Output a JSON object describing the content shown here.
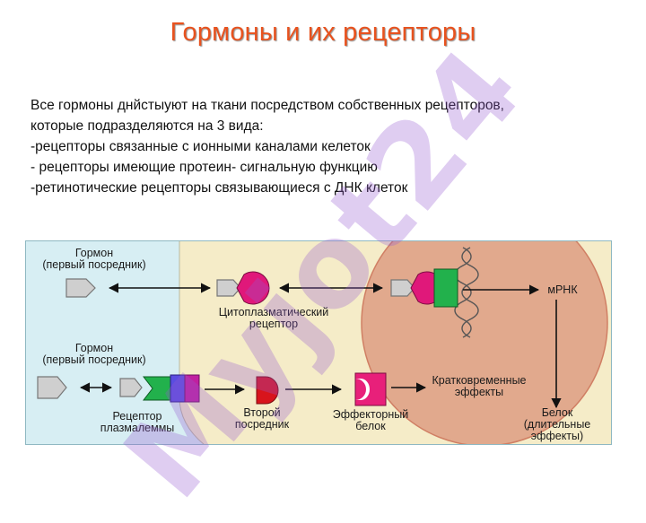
{
  "title": "Гормоны и их рецепторы",
  "intro": {
    "line1": "Все гормоны днйстыуют на ткани посредством собственных  рецепторов,",
    "line2": "которые подразделяются на 3 вида:",
    "line3": "-рецепторы связанные с ионными каналами келеток",
    "line4": "- рецепторы имеющие протеин- сигнальную функцию",
    "line5": "-ретинотические рецепторы связывающиеся с ДНК клеток"
  },
  "diagram": {
    "hormone_top_1": "Гормон",
    "hormone_top_2": "(первый посредник)",
    "hormone_bottom_1": "Гормон",
    "hormone_bottom_2": "(первый посредник)",
    "cyto_receptor_1": "Цитоплазматический",
    "cyto_receptor_2": "рецептор",
    "mrna": "мРНК",
    "membrane_receptor_1": "Рецептор",
    "membrane_receptor_2": "плазмалеммы",
    "second_messenger_1": "Второй",
    "second_messenger_2": "посредник",
    "effector_1": "Эффекторный",
    "effector_2": "белок",
    "short_effects_1": "Кратковременные",
    "short_effects_2": "эффекты",
    "protein_1": "Белок",
    "protein_2": "(длительные",
    "protein_3": "эффекты)"
  },
  "watermark": "Myjot24",
  "colors": {
    "title": "#e8521e",
    "extracellular": "#d7eef3",
    "cytoplasm": "#f5ecc8",
    "nucleus": "#e1a98d",
    "receptor_magenta": "#e0187a",
    "receptor_green": "#22b14c",
    "second_messenger_red": "#d8141c",
    "effector_pink": "#e8207a"
  }
}
